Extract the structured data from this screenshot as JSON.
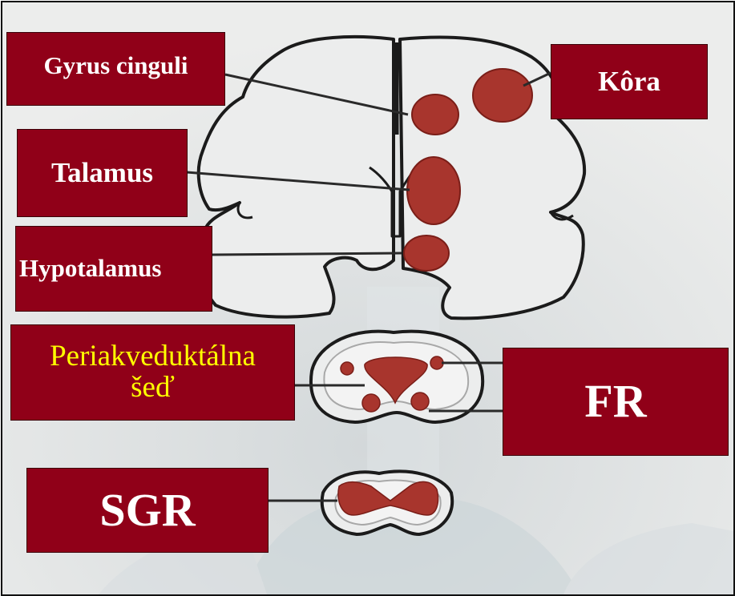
{
  "labels": {
    "gyrus_cinguli": "Gyrus cinguli",
    "kora": "Kôra",
    "talamus": "Talamus",
    "hypotalamus": "Hypotalamus",
    "periakveduktalna_line1": "Periakveduktálna",
    "periakveduktalna_line2": "šeď",
    "fr": "FR",
    "sgr": "SGR"
  },
  "colors": {
    "label_background": "#900018",
    "label_text": "#ffffff",
    "label_text_highlight": "#ffff00",
    "region_fill": "#a8352d",
    "outline": "#1b1b1b",
    "background": "#e9eaea"
  }
}
